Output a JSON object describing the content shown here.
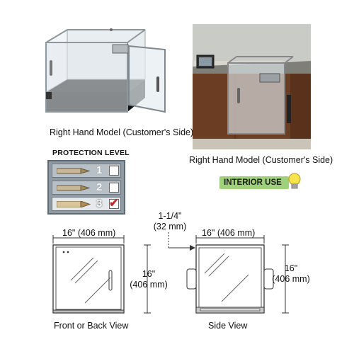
{
  "photos": {
    "model_photo_caption": "Right Hand Model (Customer's Side)",
    "installed_photo_caption": "Right Hand Model (Customer's Side)"
  },
  "protection": {
    "title": "PROTECTION LEVEL",
    "levels": [
      {
        "number": "1",
        "checked": false
      },
      {
        "number": "2",
        "checked": false
      },
      {
        "number": "3",
        "checked": true,
        "check_mark": "✔"
      }
    ]
  },
  "badge": {
    "label": "INTERIOR USE",
    "icon": "lightbulb-icon"
  },
  "drawings": {
    "front": {
      "width": "16\" (406 mm)",
      "height_line1": "16\"",
      "height_line2": "(406 mm)",
      "caption": "Front or Back View"
    },
    "side": {
      "depth_line1": "1-1/4\"",
      "depth_line2": "(32 mm)",
      "width": "16\" (406 mm)",
      "height_line1": "16\"",
      "height_line2": "(406 mm)",
      "caption": "Side View"
    }
  },
  "colors": {
    "badge_green": "#9ed17a",
    "check_red": "#c0282a",
    "panel_gray": "#8f9aa3"
  }
}
